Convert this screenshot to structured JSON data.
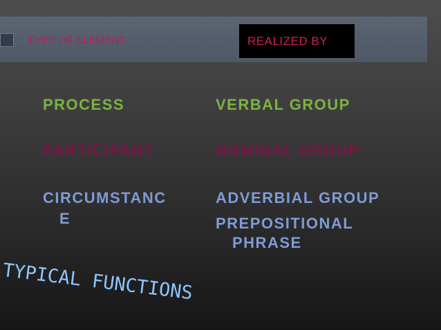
{
  "header": {
    "type_label": "TYPE OF ELEMENT",
    "realized_label": "REALIZED  BY"
  },
  "rows": [
    {
      "element": "PROCESS",
      "realized": "VERBAL GROUP"
    },
    {
      "element": "PARTICIPANT",
      "realized": "NOMINAL GROUP"
    },
    {
      "element_lines": [
        "CIRCUMSTANC",
        "E"
      ],
      "realized_lines": [
        "ADVERBIAL GROUP",
        "PREPOSITIONAL",
        "PHRASE"
      ]
    }
  ],
  "footer_title": "TYPICAL FUNCTIONS",
  "colors": {
    "green": "#7cb342",
    "maroon": "#7a1448",
    "blue": "#7f9bd6",
    "pink": "#c2185b",
    "footer": "#8fc3ff"
  }
}
